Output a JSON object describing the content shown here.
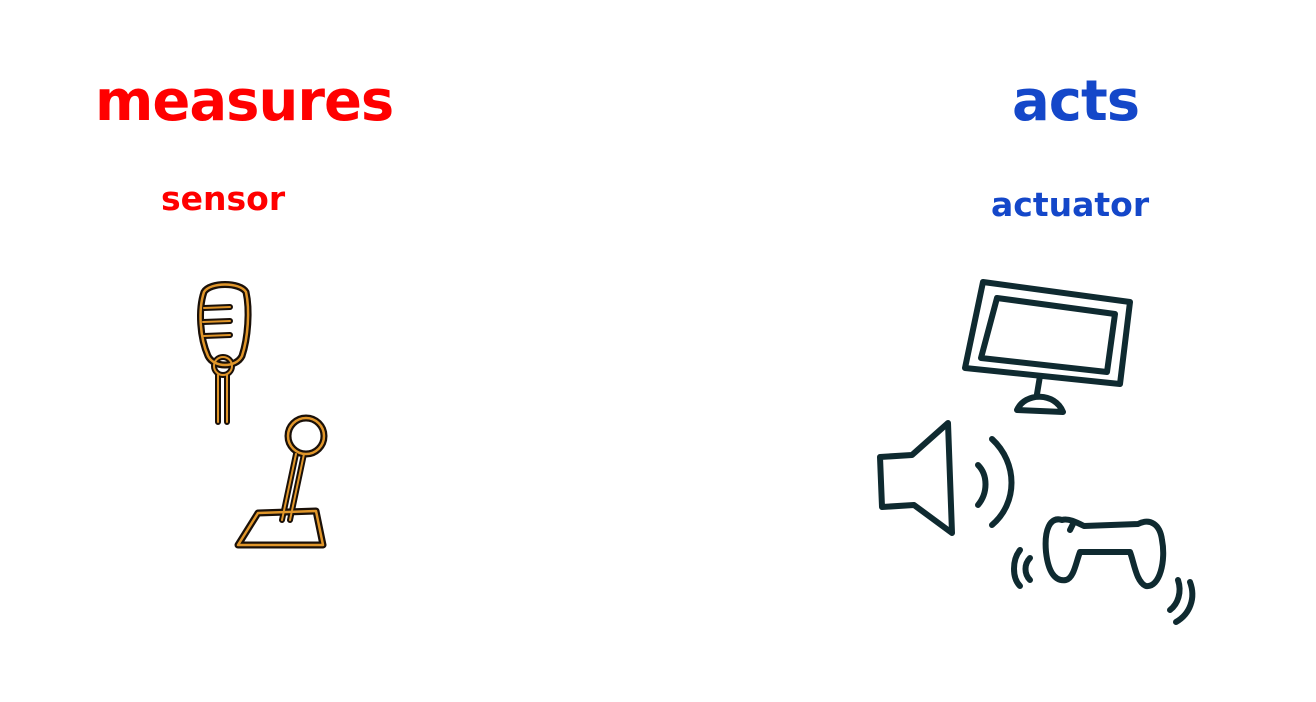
{
  "left": {
    "heading": "measures",
    "label": "sensor",
    "color": "#ff0000",
    "icon_color": "#1a1008",
    "icon_highlight": "#e0962a",
    "icons": [
      "microphone-icon",
      "joystick-icon"
    ]
  },
  "right": {
    "heading": "acts",
    "label": "actuator",
    "color": "#1447c9",
    "icon_color": "#0f2a30",
    "icons": [
      "monitor-icon",
      "speaker-icon",
      "gamepad-icon"
    ]
  }
}
